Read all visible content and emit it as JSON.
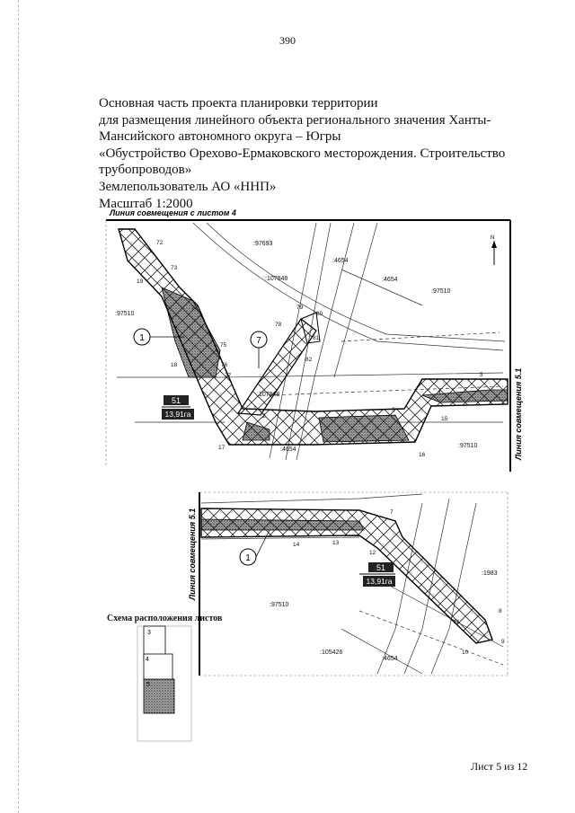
{
  "page_number": "390",
  "title_lines": [
    "Основная часть проекта планировки территории",
    "для размещения линейного объекта регионального значения Ханты-",
    "Мансийского автономного округа – Югры",
    "«Обустройство Орехово-Ермаковского месторождения. Строительство",
    "трубопроводов»",
    "Землепользователь АО «ННП»",
    "Масштаб 1:2000"
  ],
  "map_top": {
    "line_label": "Линия совмещения с листом 4",
    "side_label": "Линия совмещения 5.1",
    "north": "N",
    "parcels": [
      ":97693",
      ":4654",
      ":107848",
      ":4654",
      ":97510",
      ":97510",
      ":107848",
      ":4654",
      ":97510"
    ],
    "points": [
      "72",
      "73",
      "19",
      "74",
      "75",
      "76",
      "77",
      "18",
      "78",
      "79",
      "80",
      "81",
      "82",
      "1",
      "2",
      "3",
      "4",
      "5",
      "15",
      "16",
      "17"
    ],
    "callouts": [
      "1",
      "7"
    ],
    "area_num": "51",
    "area_val": "13,91га"
  },
  "map_bottom": {
    "side_label": "Линия совмещения 5.1",
    "parcels": [
      ":1983",
      ":97510",
      ":105426",
      ":4654"
    ],
    "points": [
      "14",
      "13",
      "12",
      "7",
      "8",
      "9",
      "10",
      "11"
    ],
    "callouts": [
      "1"
    ],
    "area_num": "51",
    "area_val": "13,91га"
  },
  "scheme": {
    "title": "Схема расположения листов",
    "sheets": [
      "3",
      "4",
      "5"
    ]
  },
  "sheet_label": "Лист 5 из 12"
}
